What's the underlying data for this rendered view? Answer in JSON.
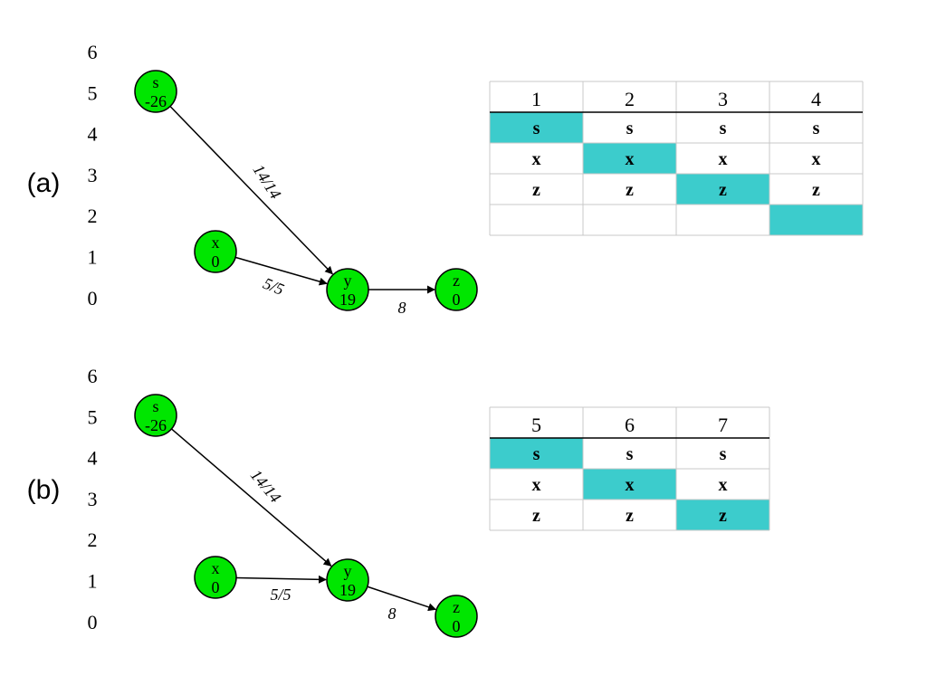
{
  "colors": {
    "node_fill": "#00e600",
    "highlight": "#3ccccc",
    "edge": "#000000",
    "grid_line": "#c8c8c8"
  },
  "panels": [
    {
      "id": "a",
      "label": "(a)",
      "y_ticks": [
        "6",
        "5",
        "4",
        "3",
        "2",
        "1",
        "0"
      ],
      "nodes": [
        {
          "id": "s",
          "name": "s",
          "value": "-26"
        },
        {
          "id": "x",
          "name": "x",
          "value": "0"
        },
        {
          "id": "y",
          "name": "y",
          "value": "19"
        },
        {
          "id": "z",
          "name": "z",
          "value": "0"
        }
      ],
      "edges": [
        {
          "from": "s",
          "to": "y",
          "label": "14/14"
        },
        {
          "from": "x",
          "to": "y",
          "label": "5/5"
        },
        {
          "from": "y",
          "to": "z",
          "label": "8"
        }
      ],
      "table": {
        "headers": [
          "1",
          "2",
          "3",
          "4"
        ],
        "rows": [
          [
            "s",
            "s",
            "s",
            "s"
          ],
          [
            "x",
            "x",
            "x",
            "x"
          ],
          [
            "z",
            "z",
            "z",
            "z"
          ],
          [
            "",
            "",
            "",
            ""
          ]
        ],
        "highlight_cells": [
          [
            0,
            0
          ],
          [
            1,
            1
          ],
          [
            2,
            2
          ],
          [
            3,
            3
          ]
        ]
      }
    },
    {
      "id": "b",
      "label": "(b)",
      "y_ticks": [
        "6",
        "5",
        "4",
        "3",
        "2",
        "1",
        "0"
      ],
      "nodes": [
        {
          "id": "s",
          "name": "s",
          "value": "-26"
        },
        {
          "id": "x",
          "name": "x",
          "value": "0"
        },
        {
          "id": "y",
          "name": "y",
          "value": "19"
        },
        {
          "id": "z",
          "name": "z",
          "value": "0"
        }
      ],
      "edges": [
        {
          "from": "s",
          "to": "y",
          "label": "14/14"
        },
        {
          "from": "x",
          "to": "y",
          "label": "5/5"
        },
        {
          "from": "y",
          "to": "z",
          "label": "8"
        }
      ],
      "table": {
        "headers": [
          "5",
          "6",
          "7"
        ],
        "rows": [
          [
            "s",
            "s",
            "s"
          ],
          [
            "x",
            "x",
            "x"
          ],
          [
            "z",
            "z",
            "z"
          ]
        ],
        "highlight_cells": [
          [
            0,
            0
          ],
          [
            1,
            1
          ],
          [
            2,
            2
          ]
        ]
      }
    }
  ]
}
